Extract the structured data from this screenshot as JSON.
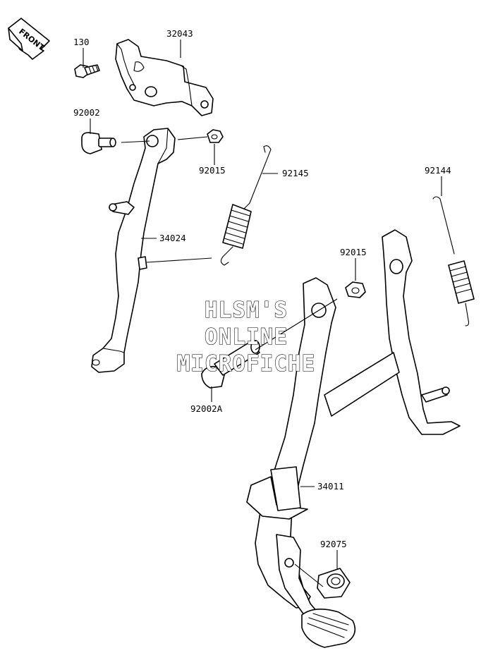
{
  "direction_badge": {
    "label": "FRONT"
  },
  "callouts": {
    "p130": "130",
    "p32043": "32043",
    "p92002": "92002",
    "p92015_top": "92015",
    "p92145": "92145",
    "p92144": "92144",
    "p34024": "34024",
    "p92015_mid": "92015",
    "p92002A": "92002A",
    "p34011": "34011",
    "p92075": "92075"
  },
  "watermark": {
    "line1": "HLSM'S",
    "line2": "ONLINE",
    "line3": "MICROFICHE"
  }
}
